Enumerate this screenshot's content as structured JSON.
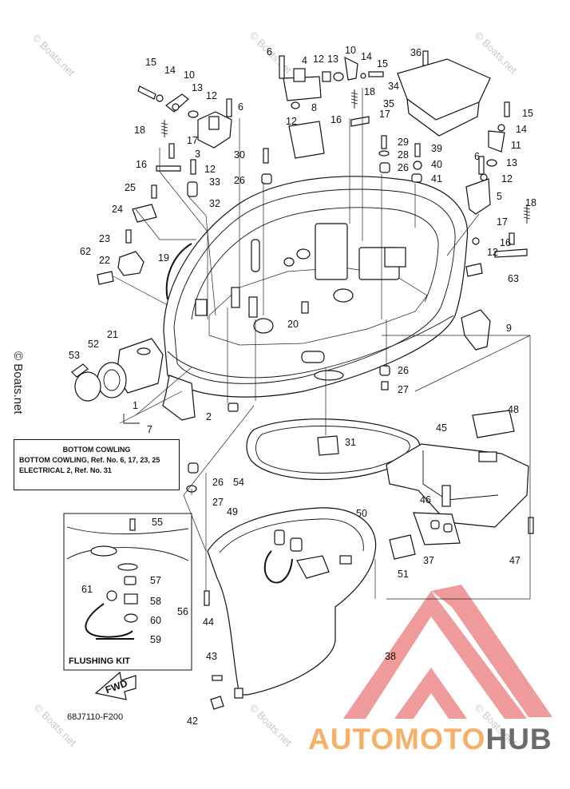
{
  "watermark": "© Boats.net",
  "side_watermark": "© Boats.net",
  "legend": {
    "title": "BOTTOM COWLING",
    "line1": "BOTTOM COWLING,  Ref. No. 6, 17, 23, 25",
    "line2": "ELECTRICAL 2,  Ref. No. 31"
  },
  "flushing_kit_title": "FLUSHING KIT",
  "fwd_label": "FWD",
  "figure_code": "68J7110-F200",
  "brand": {
    "part1": "AUTOMOTO",
    "part2": "HUB",
    "color1": "#f6b06a",
    "color2": "#6b6b6b",
    "logo_color": "#e96a6a"
  },
  "callouts": [
    {
      "label": "15",
      "id": "15a"
    },
    {
      "label": "14",
      "id": "14a"
    },
    {
      "label": "10",
      "id": "10a"
    },
    {
      "label": "13",
      "id": "13a"
    },
    {
      "label": "12",
      "id": "12a"
    },
    {
      "label": "6",
      "id": "6a"
    },
    {
      "label": "18",
      "id": "18a"
    },
    {
      "label": "17",
      "id": "17a"
    },
    {
      "label": "3",
      "id": "3"
    },
    {
      "label": "12",
      "id": "12b"
    },
    {
      "label": "16",
      "id": "16a"
    },
    {
      "label": "33",
      "id": "33"
    },
    {
      "label": "30",
      "id": "30"
    },
    {
      "label": "26",
      "id": "26a"
    },
    {
      "label": "25",
      "id": "25"
    },
    {
      "label": "32",
      "id": "32"
    },
    {
      "label": "24",
      "id": "24"
    },
    {
      "label": "23",
      "id": "23"
    },
    {
      "label": "62",
      "id": "62"
    },
    {
      "label": "22",
      "id": "22"
    },
    {
      "label": "19",
      "id": "19"
    },
    {
      "label": "6",
      "id": "6b"
    },
    {
      "label": "4",
      "id": "4"
    },
    {
      "label": "12",
      "id": "12c"
    },
    {
      "label": "13",
      "id": "13b"
    },
    {
      "label": "10",
      "id": "10b"
    },
    {
      "label": "14",
      "id": "14b"
    },
    {
      "label": "15",
      "id": "15b"
    },
    {
      "label": "18",
      "id": "18b"
    },
    {
      "label": "8",
      "id": "8"
    },
    {
      "label": "12",
      "id": "12d"
    },
    {
      "label": "16",
      "id": "16b"
    },
    {
      "label": "17",
      "id": "17b"
    },
    {
      "label": "36",
      "id": "36"
    },
    {
      "label": "34",
      "id": "34"
    },
    {
      "label": "35",
      "id": "35"
    },
    {
      "label": "29",
      "id": "29"
    },
    {
      "label": "28",
      "id": "28"
    },
    {
      "label": "26",
      "id": "26b"
    },
    {
      "label": "39",
      "id": "39"
    },
    {
      "label": "40",
      "id": "40"
    },
    {
      "label": "41",
      "id": "41"
    },
    {
      "label": "15",
      "id": "15c"
    },
    {
      "label": "14",
      "id": "14c"
    },
    {
      "label": "11",
      "id": "11"
    },
    {
      "label": "6",
      "id": "6c"
    },
    {
      "label": "13",
      "id": "13c"
    },
    {
      "label": "12",
      "id": "12e"
    },
    {
      "label": "5",
      "id": "5"
    },
    {
      "label": "18",
      "id": "18c"
    },
    {
      "label": "17",
      "id": "17c"
    },
    {
      "label": "16",
      "id": "16c"
    },
    {
      "label": "12",
      "id": "12f"
    },
    {
      "label": "63",
      "id": "63"
    },
    {
      "label": "20",
      "id": "20"
    },
    {
      "label": "9",
      "id": "9"
    },
    {
      "label": "21",
      "id": "21"
    },
    {
      "label": "52",
      "id": "52"
    },
    {
      "label": "53",
      "id": "53"
    },
    {
      "label": "1",
      "id": "1"
    },
    {
      "label": "7",
      "id": "7"
    },
    {
      "label": "2",
      "id": "2"
    },
    {
      "label": "26",
      "id": "26c"
    },
    {
      "label": "27",
      "id": "27a"
    },
    {
      "label": "48",
      "id": "48"
    },
    {
      "label": "45",
      "id": "45"
    },
    {
      "label": "31",
      "id": "31"
    },
    {
      "label": "54",
      "id": "54"
    },
    {
      "label": "26",
      "id": "26d"
    },
    {
      "label": "27",
      "id": "27b"
    },
    {
      "label": "46",
      "id": "46"
    },
    {
      "label": "47",
      "id": "47"
    },
    {
      "label": "49",
      "id": "49"
    },
    {
      "label": "50",
      "id": "50"
    },
    {
      "label": "37",
      "id": "37"
    },
    {
      "label": "51",
      "id": "51"
    },
    {
      "label": "55",
      "id": "55"
    },
    {
      "label": "57",
      "id": "57"
    },
    {
      "label": "61",
      "id": "61"
    },
    {
      "label": "58",
      "id": "58"
    },
    {
      "label": "56",
      "id": "56"
    },
    {
      "label": "60",
      "id": "60"
    },
    {
      "label": "59",
      "id": "59"
    },
    {
      "label": "44",
      "id": "44"
    },
    {
      "label": "38",
      "id": "38"
    },
    {
      "label": "43",
      "id": "43"
    },
    {
      "label": "42",
      "id": "42"
    }
  ]
}
